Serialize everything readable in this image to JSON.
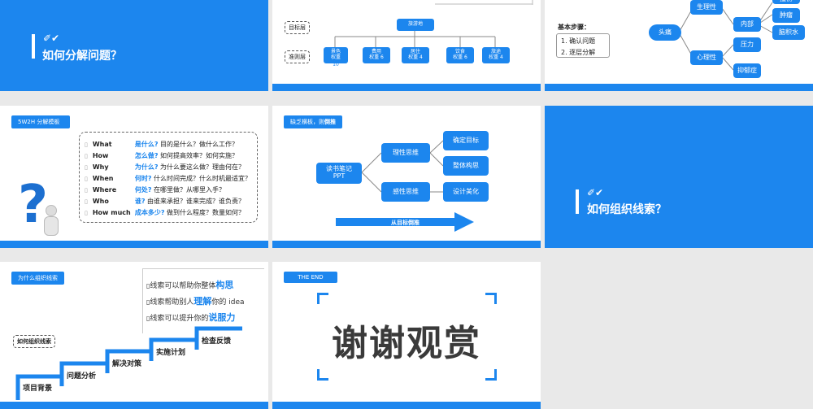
{
  "slide1": {
    "title": "如何分解问题？",
    "check_icon": "pen-check-icon"
  },
  "slide2": {
    "top_node": "旅游地",
    "goal_label": "目标层",
    "criteria_label": "准则层",
    "nodes": [
      {
        "line1": "景色",
        "line2": "权重",
        "line3": "10"
      },
      {
        "line1": "费用",
        "line2": "权重 6"
      },
      {
        "line1": "居住",
        "line2": "权重 4"
      },
      {
        "line1": "饮食",
        "line2": "权重 6"
      },
      {
        "line1": "旅途",
        "line2": "权重 4"
      }
    ]
  },
  "slide3": {
    "steps_title": "基本步骤：",
    "steps": [
      "1.  确认问题",
      "2.  逐层分解"
    ],
    "root": "头痛",
    "physio": "生理性",
    "psycho": "心理性",
    "inner": "内部",
    "pressure": "压力",
    "depress": "抑郁症",
    "tumor": "肿瘤",
    "fluid": "脑积水",
    "top_cut": "撞伤"
  },
  "slide4": {
    "tag": "5W2H 分解模板",
    "rows": [
      {
        "en": "What",
        "kw": "是什么?",
        "rest": " 目的是什么？做什么工作？"
      },
      {
        "en": "How",
        "kw": "怎么做?",
        "rest": " 如何提高效率？如何实施？"
      },
      {
        "en": "Why",
        "kw": "为什么?",
        "rest": " 为什么要这么做？理由何在？"
      },
      {
        "en": "When",
        "kw": "何时?",
        "rest": " 什么时间完成？什么时机最适宜？"
      },
      {
        "en": "Where",
        "kw": "何处?",
        "rest": " 在哪里做？从哪里入手？"
      },
      {
        "en": "Who",
        "kw": "谁?",
        "rest": " 由谁来承担？谁来完成？谁负责？"
      },
      {
        "en": "How much",
        "kw": "成本多少?",
        "rest": " 做到什么程度？数量如何？"
      }
    ]
  },
  "slide5": {
    "tag_pre": "缺乏横板，则",
    "tag_bold": "倒推",
    "root_line1": "读书笔记",
    "root_line2": "PPT",
    "rational": "理性思维",
    "perceptual": "感性思维",
    "goal": "确定目标",
    "overall": "整体构思",
    "design": "设计美化",
    "arrow_text": "从目标倒推"
  },
  "slide6": {
    "title": "如何组织线索？"
  },
  "slide7": {
    "tag": "为什么组织线索",
    "sub_tag": "如何组织线索",
    "clues": [
      {
        "pre": "线索可以帮助你整体",
        "bold": "构思",
        "post": ""
      },
      {
        "pre": "线索帮助别人",
        "bold": "理解",
        "post": "你的 idea"
      },
      {
        "pre": "线索可以提升你的",
        "bold": "说服力",
        "post": ""
      }
    ],
    "steps": [
      "项目背景",
      "问题分析",
      "解决对策",
      "实施计划",
      "检查反馈"
    ]
  },
  "slide8": {
    "tag": "THE END",
    "thanks": "谢谢观赏"
  }
}
